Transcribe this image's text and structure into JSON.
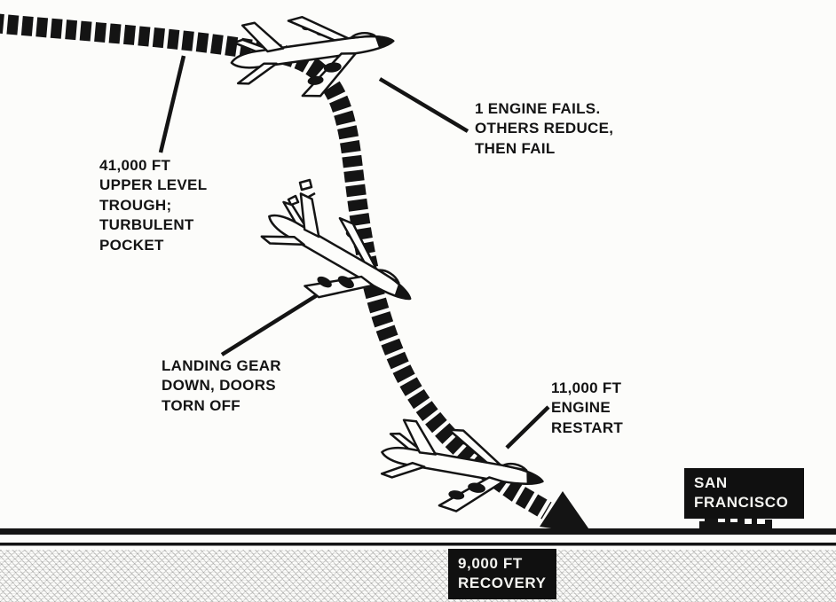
{
  "title": "Flight upset descent and recovery diagram",
  "colors": {
    "ink": "#141414",
    "paper": "#fcfcfa",
    "tag_background": "#101010",
    "tag_text": "#f4f4f1"
  },
  "labels": {
    "trough": "41,000 FT\nUPPER LEVEL\nTROUGH;\nTURBULENT\nPOCKET",
    "engine_fails": "1 ENGINE FAILS.\nOTHERS REDUCE,\nTHEN FAIL",
    "landing_gear": "LANDING GEAR\nDOWN, DOORS\nTORN OFF",
    "engine_restart": "11,000 FT\nENGINE\nRESTART",
    "san_francisco": "SAN\nFRANCISCO",
    "recovery": "9,000 FT\nRECOVERY"
  },
  "icons": {
    "airplane_cruise": "airplane-icon",
    "airplane_dive": "airplane-icon",
    "airplane_recovery": "airplane-icon",
    "flight_path": "flight-path-ribbon",
    "arrowhead": "arrowhead-icon",
    "debris": "debris-icon",
    "city_skyline": "city-skyline-icon",
    "ground": "ground-line"
  }
}
